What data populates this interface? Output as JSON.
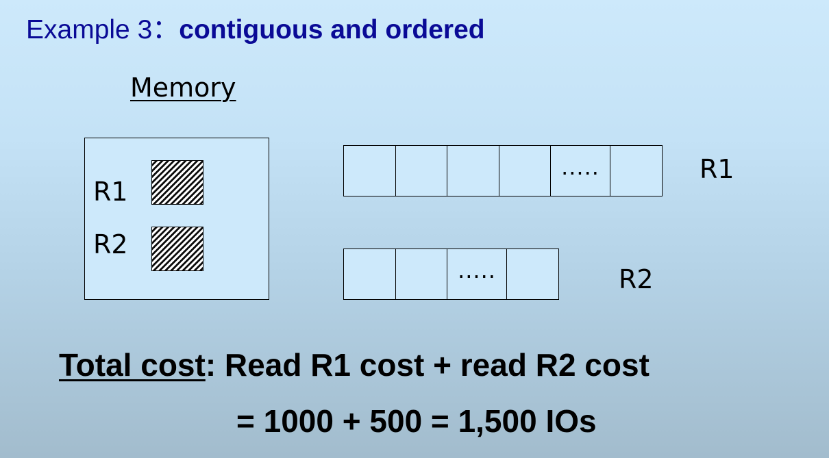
{
  "title": {
    "prefix": "Example 3：",
    "bold": "contiguous and ordered"
  },
  "memory": {
    "label": "Memory",
    "r1_label": "R1",
    "r2_label": "R2"
  },
  "disk": {
    "r1": {
      "label": "R1",
      "cells": [
        "",
        "",
        "",
        "",
        ".....",
        ""
      ]
    },
    "r2": {
      "label": "R2",
      "cells": [
        "",
        "",
        ".....",
        ""
      ]
    }
  },
  "cost": {
    "heading": "Total cost",
    "line1_rest": ": Read R1 cost + read R2 cost",
    "line2": "= 1000 + 500 = 1,500 IOs"
  }
}
